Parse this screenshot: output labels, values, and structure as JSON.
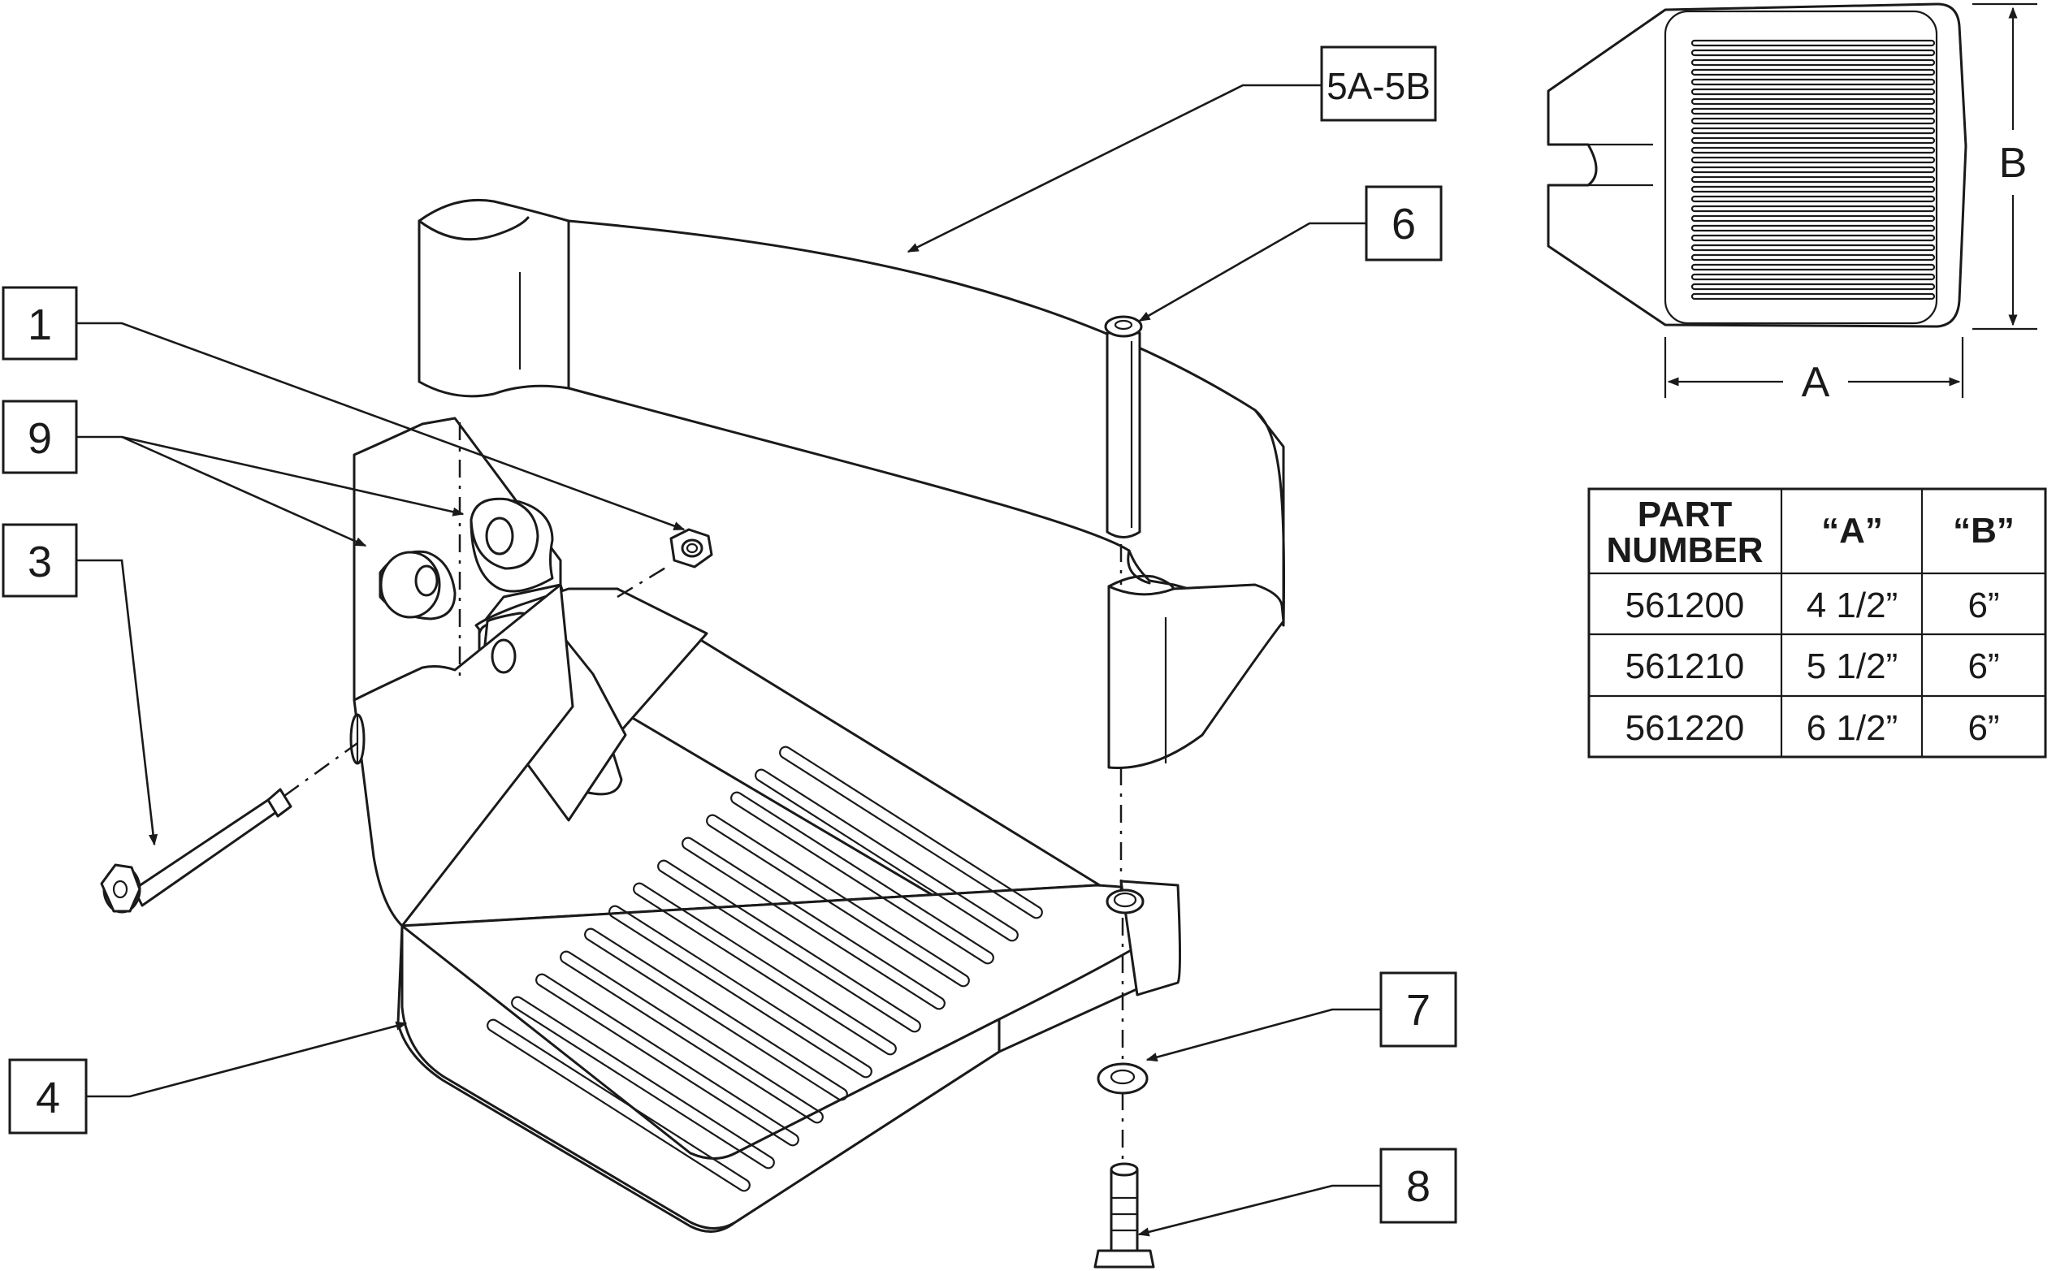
{
  "callouts": {
    "c1": "1",
    "c9": "9",
    "c3": "3",
    "c4": "4",
    "c5": "5A-5B",
    "c6": "6",
    "c7": "7",
    "c8": "8"
  },
  "dimensions": {
    "a": "A",
    "b": "B"
  },
  "table": {
    "header": {
      "part_line1": "PART",
      "part_line2": "NUMBER",
      "a": "“A”",
      "b": "“B”"
    },
    "rows": [
      {
        "part": "561200",
        "a": "4 1/2”",
        "b": "6”"
      },
      {
        "part": "561210",
        "a": "5 1/2”",
        "b": "6”"
      },
      {
        "part": "561220",
        "a": "6 1/2”",
        "b": "6”"
      }
    ]
  }
}
